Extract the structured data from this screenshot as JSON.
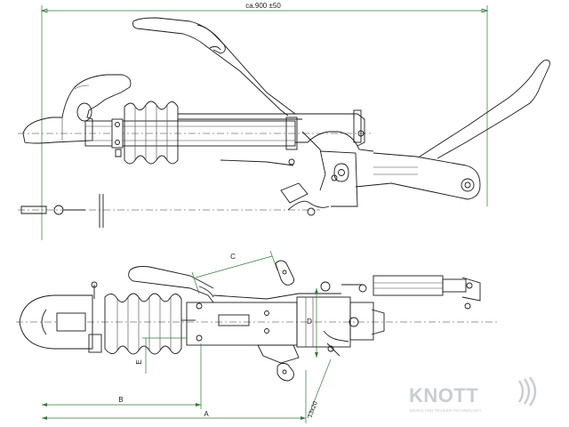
{
  "dimensions": {
    "overall": "ca.900 ±50",
    "a": "A",
    "b": "B",
    "c": "C",
    "d": "D",
    "e": "E",
    "slot": "13x20"
  },
  "brand": {
    "name": "KNOTT",
    "tagline": "BRAKE AND TRAILER TECHNOLOGY",
    "color": "#c9cdd3"
  }
}
